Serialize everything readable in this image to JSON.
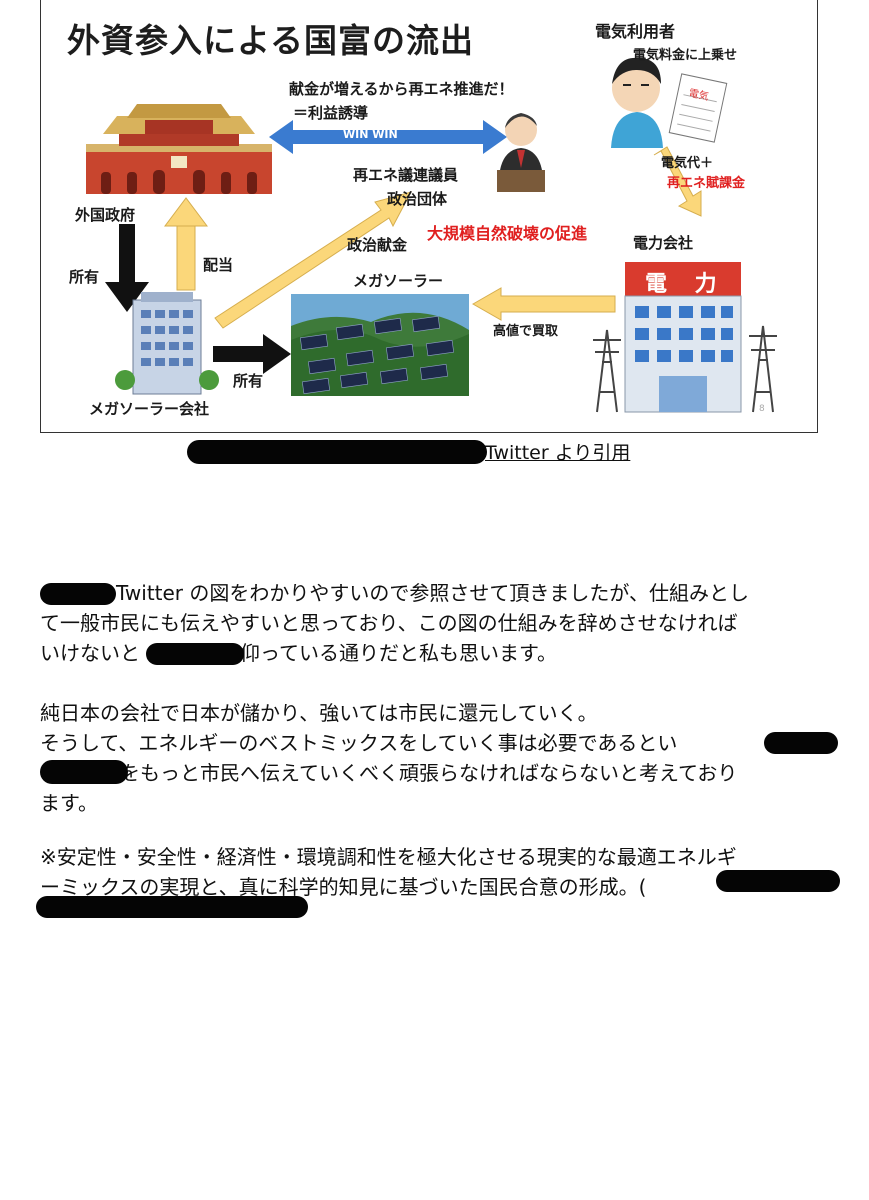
{
  "slide": {
    "title": "外資参入による国富の流出",
    "electricity_user": "電気利用者",
    "surcharge_note": "電気料金に上乗せ",
    "bill_label": "電気",
    "donation_claim": "献金が増えるから再エネ推進だ！",
    "profit_inducement": "＝利益誘導",
    "win_win": "WIN WIN",
    "power_fee_line1": "電気代＋",
    "power_fee_line2": "再エネ賦課金",
    "foreign_gov": "外国政府",
    "legislator_line1": "再エネ議連議員",
    "legislator_line2": "政治団体",
    "nature_destruction": "大規模自然破壊の促進",
    "political_donation": "政治献金",
    "power_company": "電力会社",
    "ownership_1": "所有",
    "dividend": "配当",
    "mega_solar": "メガソーラー",
    "high_price_purchase": "高値で買取",
    "building_sign": "電 力",
    "ownership_2": "所有",
    "mega_solar_company": "メガソーラー会社",
    "slide_number": "8"
  },
  "caption": "Twitter より引用",
  "paragraphs": [
    [
      "Twitter の図をわかりやすいので参照させて頂きましたが、仕組みとし",
      "て一般市民にも伝えやすいと思っており、この図の仕組みを辞めさせなければ",
      "いけないと　　　　も仰っている通りだと私も思います。"
    ],
    [
      "純日本の会社で日本が儲かり、強いては市民に還元していく。",
      "そうして、エネルギーのベストミックスをしていく事は必要であるとい",
      "　　　　をもっと市民へ伝えていくべく頑張らなければならないと考えており",
      "ます。"
    ],
    [
      "※安定性・安全性・経済性・環境調和性を極大化させる現実的な最適エネルギ",
      "ーミックスの実現と、真に科学的知見に基づいた国民合意の形成。("
    ]
  ],
  "colors": {
    "arrow_yellow": "#fbd77a",
    "arrow_blue": "#3a7bd0",
    "accent_red": "#e02020",
    "redaction": "#050505"
  }
}
